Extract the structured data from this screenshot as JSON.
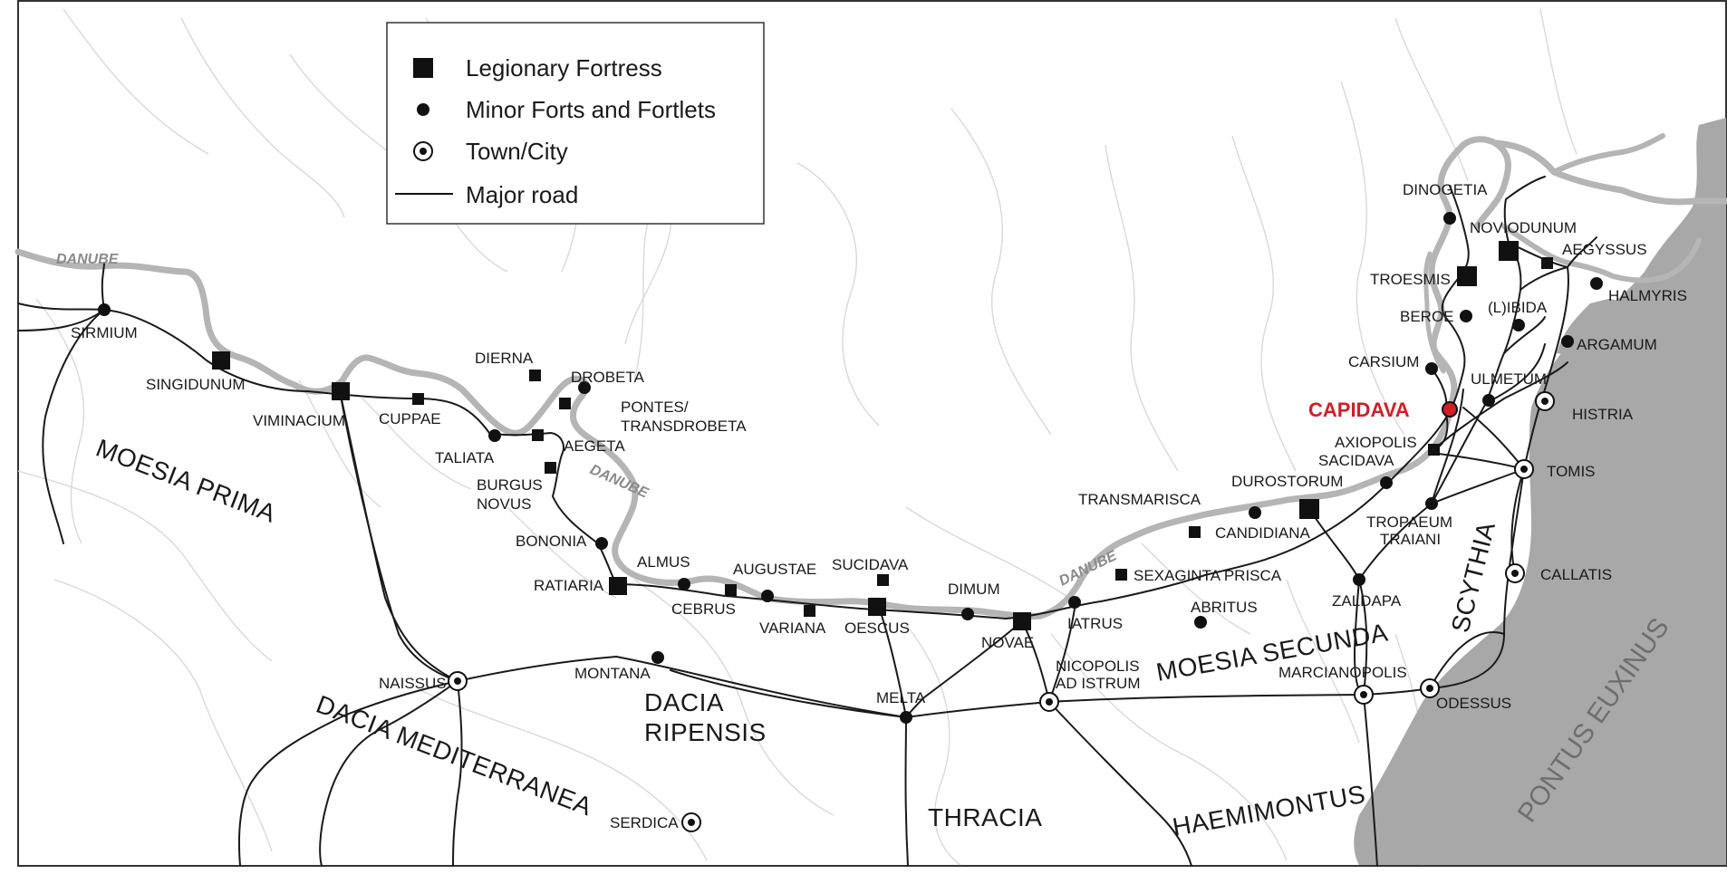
{
  "legend": {
    "fortress": "Legionary Fortress",
    "minor": "Minor Forts and Fortlets",
    "town": "Town/City",
    "road": "Major road"
  },
  "colors": {
    "river": "#b5b5b5",
    "sea": "#a8a8a8",
    "road": "#1a1a1a",
    "terrain": "#d9d9d9",
    "highlight": "#d21e26"
  },
  "rivers": {
    "danube": "DANUBE"
  },
  "sea": {
    "name": "PONTUS EUXINUS"
  },
  "provinces": {
    "moesia_prima": "MOESIA PRIMA",
    "dacia_ripensis_1": "DACIA",
    "dacia_ripensis_2": "RIPENSIS",
    "dacia_mediterranea": "DACIA MEDITERRANEA",
    "thracia": "THRACIA",
    "moesia_secunda": "MOESIA SECUNDA",
    "haemimontus": "HAEMIMONTUS",
    "scythia": "SCYTHIA"
  },
  "sites": {
    "sirmium": "SIRMIUM",
    "singidunum": "SINGIDUNUM",
    "viminacium": "VIMINACIUM",
    "cuppae": "CUPPAE",
    "taliata": "TALIATA",
    "dierna": "DIERNA",
    "drobeta": "DROBETA",
    "pontes_1": "PONTES/",
    "pontes_2": "TRANSDROBETA",
    "aegeta": "AEGETA",
    "burgus_1": "BURGUS",
    "burgus_2": "NOVUS",
    "bononia": "BONONIA",
    "ratiaria": "RATIARIA",
    "almus": "ALMUS",
    "cebrus": "CEBRUS",
    "augustae": "AUGUSTAE",
    "variana": "VARIANA",
    "sucidava": "SUCIDAVA",
    "oescus": "OESCUS",
    "dimum": "DIMUM",
    "novae": "NOVAE",
    "iatrus": "IATRUS",
    "sexaginta": "SEXAGINTA PRISCA",
    "transmarisca": "TRANSMARISCA",
    "candidiana": "CANDIDIANA",
    "durostorum": "DUROSTORUM",
    "abritus": "ABRITUS",
    "zaldapa": "ZALDAPA",
    "tropaeum_1": "TROPAEUM",
    "tropaeum_2": "TRAIANI",
    "sacidava": "SACIDAVA",
    "axiopolis": "AXIOPOLIS",
    "capidava": "CAPIDAVA",
    "carsium": "CARSIUM",
    "beroe": "BEROE",
    "troesmis": "TROESMIS",
    "dinogetia": "DINOGETIA",
    "noviodunum": "NOVIODUNUM",
    "aegyssus": "AEGYSSUS",
    "halmyris": "HALMYRIS",
    "ibida": "(L)IBIDA",
    "argamum": "ARGAMUM",
    "ulmetum": "ULMETUM",
    "histria": "HISTRIA",
    "tomis": "TOMIS",
    "callatis": "CALLATIS",
    "marcianopolis": "MARCIANOPOLIS",
    "odessus": "ODESSUS",
    "naissus": "NAISSUS",
    "montana": "MONTANA",
    "melta": "MELTA",
    "nicopolis_1": "NICOPOLIS",
    "nicopolis_2": "AD ISTRUM",
    "serdica": "SERDICA"
  }
}
